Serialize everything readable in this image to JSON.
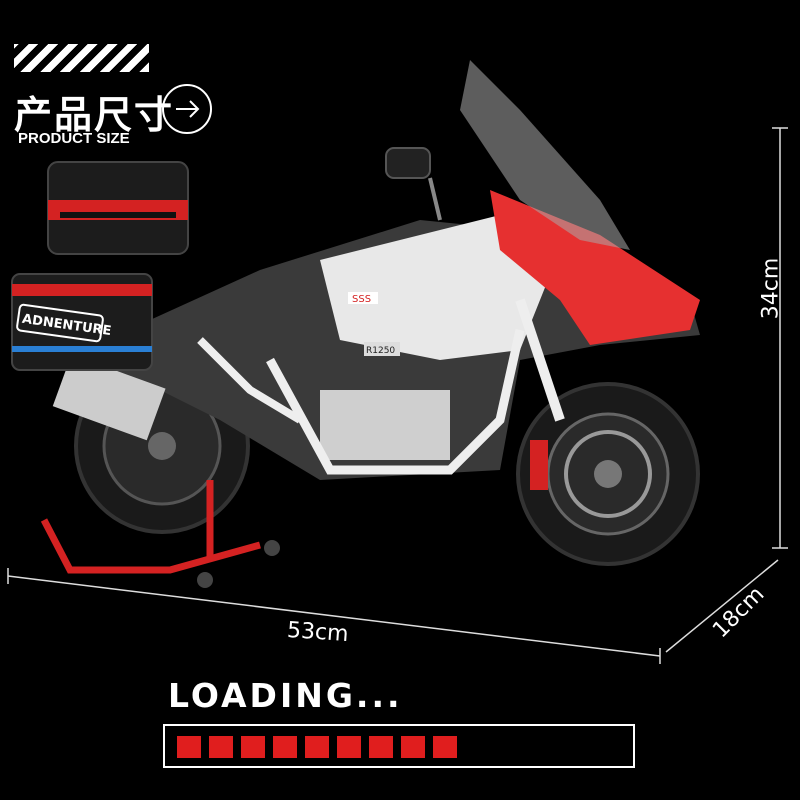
{
  "header": {
    "title_cn": "产品尺寸",
    "title_en": "PRODUCT SIZE",
    "arrow_icon": "arrow-right-icon"
  },
  "product": {
    "side_label": "ADNENTURE",
    "engine_label": "R1250",
    "tank_label": "SSS"
  },
  "dimensions": {
    "length": "53cm",
    "height": "34cm",
    "depth": "18cm"
  },
  "loading": {
    "label": "LOADING...",
    "progress_segments_filled": 9,
    "progress_fraction": 0.62,
    "bar_color": "#e01e1e"
  }
}
